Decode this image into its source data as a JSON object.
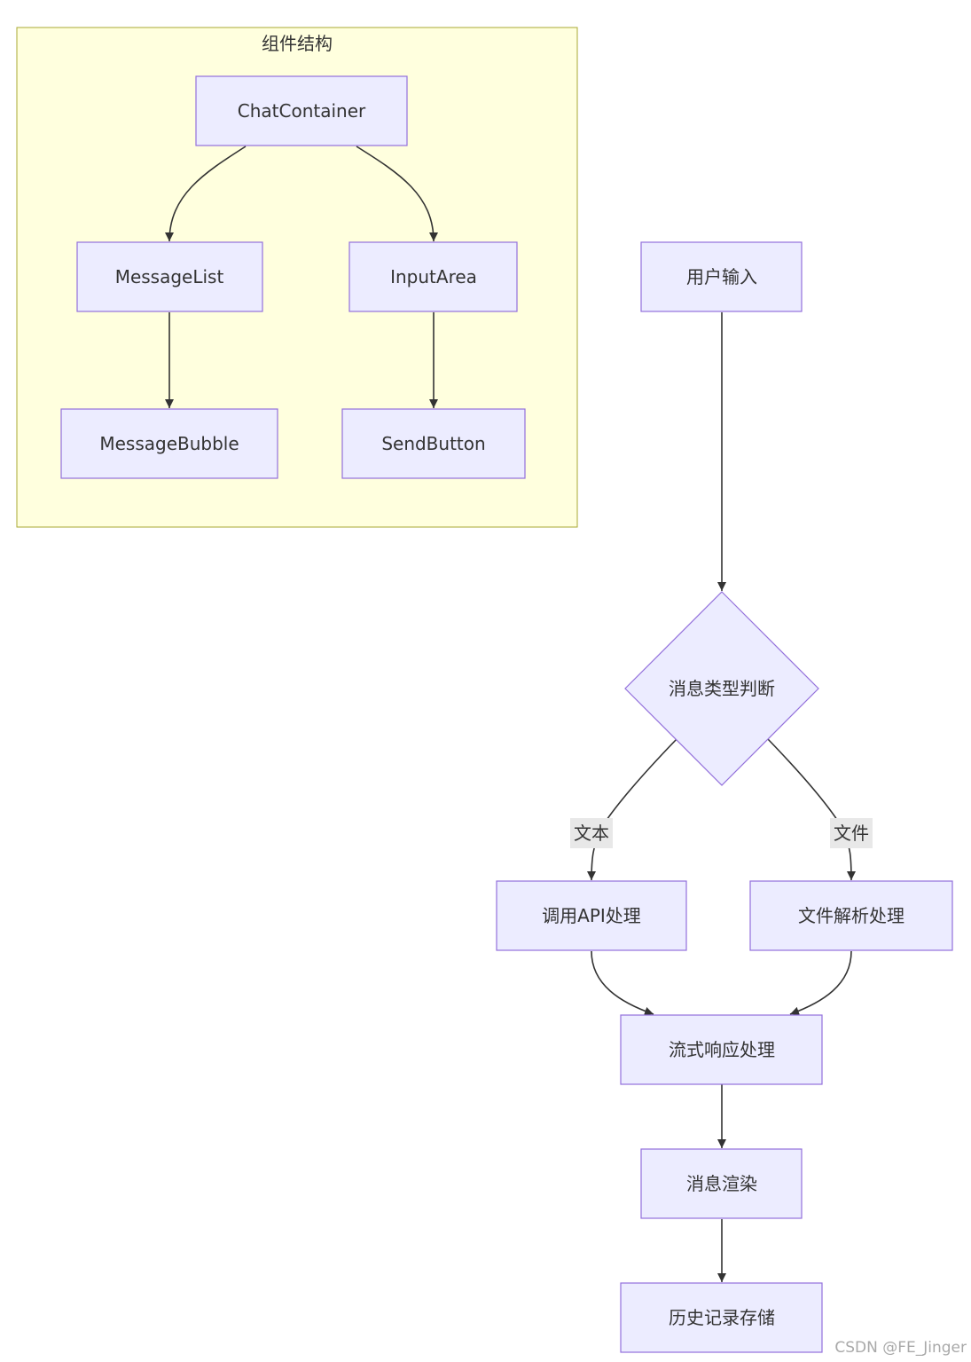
{
  "cluster": {
    "title": "组件结构"
  },
  "nodes": {
    "chat_container": "ChatContainer",
    "message_list": "MessageList",
    "input_area": "InputArea",
    "message_bubble": "MessageBubble",
    "send_button": "SendButton",
    "user_input": "用户输入",
    "message_type_decision": "消息类型判断",
    "call_api": "调用API处理",
    "file_parse": "文件解析处理",
    "stream_response": "流式响应处理",
    "message_render": "消息渲染",
    "history_storage": "历史记录存储"
  },
  "edge_labels": {
    "text": "文本",
    "file": "文件"
  },
  "watermark": "CSDN @FE_Jinger",
  "colors": {
    "node_fill": "#ECECFF",
    "node_stroke": "#9370DB",
    "cluster_fill": "#FFFFDE",
    "cluster_stroke": "#AAAA33",
    "edge": "#333333",
    "text": "#333333"
  }
}
